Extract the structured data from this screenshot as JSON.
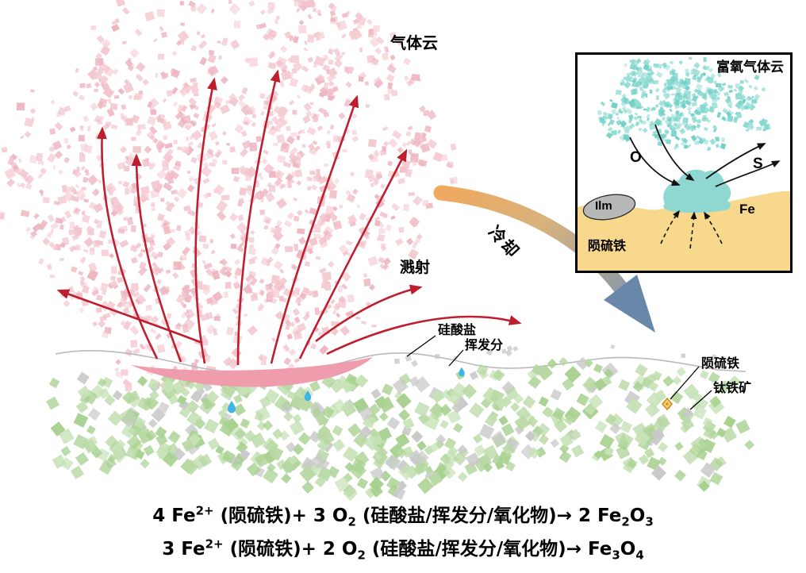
{
  "labels": {
    "gas_cloud": "气体云",
    "splash": "溅射",
    "cooling": "冷却",
    "silicate": "硅酸盐",
    "volatiles": "挥发分",
    "troilite": "陨硫铁",
    "ilmenite": "钛铁矿"
  },
  "inset": {
    "title": "富氧气体云",
    "oxygen": "O",
    "sulfur": "S",
    "ilm": "Ilm",
    "fe": "Fe",
    "troilite": "陨硫铁"
  },
  "equations": [
    {
      "text": "4 Fe²⁺ (陨硫铁)+ 3 O₂ (硅酸盐/挥发分/氧化物)→ 2 Fe₂O₃",
      "segments": [
        {
          "t": "4 Fe"
        },
        {
          "t": "2+",
          "sup": true
        },
        {
          "t": " (陨硫铁)+ 3 O"
        },
        {
          "t": "2",
          "sub": true
        },
        {
          "t": " (硅酸盐/挥发分/氧化物)"
        },
        {
          "t": "→"
        },
        {
          "t": " 2 Fe"
        },
        {
          "t": "2",
          "sub": true
        },
        {
          "t": "O"
        },
        {
          "t": "3",
          "sub": true
        }
      ]
    },
    {
      "text": "3 Fe²⁺ (陨硫铁)+ 2 O₂ (硅酸盐/挥发分/氧化物)→ Fe₃O₄",
      "segments": [
        {
          "t": "3 Fe"
        },
        {
          "t": "2+",
          "sup": true
        },
        {
          "t": " (陨硫铁)+ 2 O"
        },
        {
          "t": "2",
          "sub": true
        },
        {
          "t": " (硅酸盐/挥发分/氧化物)"
        },
        {
          "t": "→"
        },
        {
          "t": " Fe"
        },
        {
          "t": "3",
          "sub": true
        },
        {
          "t": "O"
        },
        {
          "t": "4",
          "sub": true
        }
      ]
    }
  ],
  "colors": {
    "cloud_pink_1": "#f5ccd3",
    "cloud_pink_2": "#eeb6c1",
    "cloud_pink_3": "#f3c3cd",
    "arrow_red": "#be1e2d",
    "surface_gray": "#b9b9b9",
    "crescent_pink": "#ef9dac",
    "ground_green_1": "#b7d8a3",
    "ground_green_2": "#a8d190",
    "ground_green_3": "#c6e2b6",
    "particle_gray": "#c9c9c9",
    "droplet_blue": "#3fb4e8",
    "cool_start": "#f0a95e",
    "cool_mid": "#d8b27e",
    "cool_end": "#7d96ae",
    "cool_head": "#6987a9",
    "inset_teal_1": "#86d8d0",
    "inset_teal_2": "#6fcfc6",
    "inset_teal_3": "#9adfd8",
    "inset_sand": "#f8d88c",
    "inset_blob": "#8fd8d1",
    "inset_ilm_gray": "#b8b8b8",
    "troilite_diamond": "#f6cf6d",
    "troilite_diamond_stroke": "#c8861e",
    "pointer_black": "#000000"
  }
}
